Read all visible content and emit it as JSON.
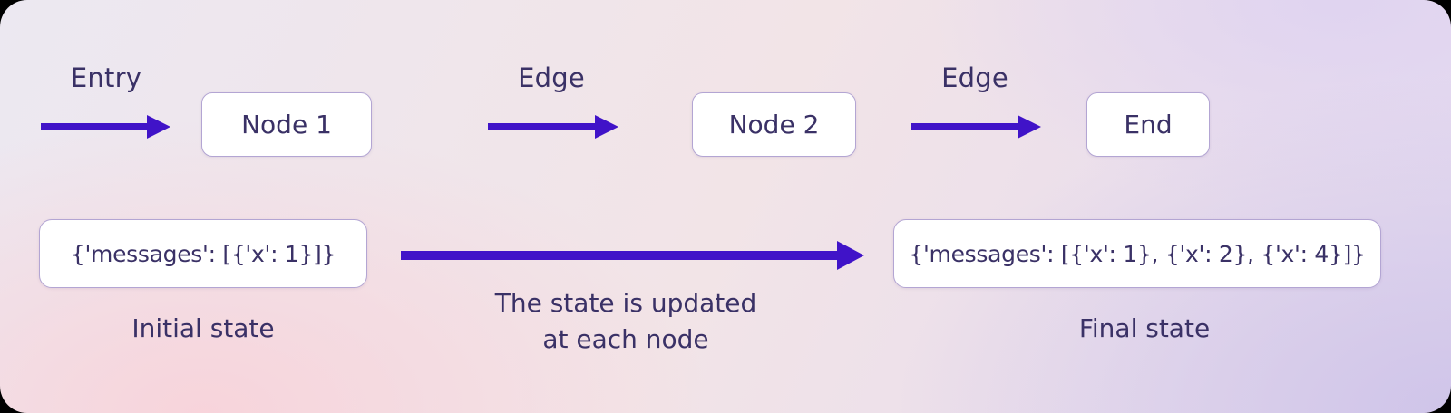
{
  "flow": {
    "steps": [
      {
        "arrow_label": "Entry",
        "node_label": "Node 1"
      },
      {
        "arrow_label": "Edge",
        "node_label": "Node 2"
      },
      {
        "arrow_label": "Edge",
        "node_label": "End"
      }
    ]
  },
  "state": {
    "initial": {
      "value": "{'messages': [{'x': 1}]}",
      "caption": "Initial state"
    },
    "transition": {
      "caption_line1": "The state is updated",
      "caption_line2": "at each node"
    },
    "final": {
      "value": "{'messages': [{'x': 1}, {'x': 2}, {'x': 4}]}",
      "caption": "Final state"
    }
  },
  "colors": {
    "arrow": "#4013c8",
    "text": "#3a3166",
    "box_border": "#b3a5d3",
    "box_background": "#ffffff"
  }
}
